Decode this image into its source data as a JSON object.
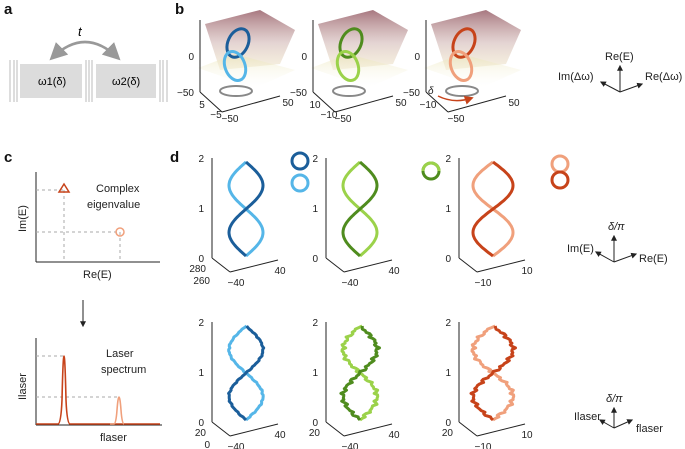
{
  "panels": {
    "a": {
      "label": "a",
      "coupling": "t",
      "resonator_1": "ω1(δ)",
      "resonator_2": "ω2(δ)"
    },
    "b": {
      "label": "b",
      "plots": [
        {
          "z_ticks": [
            "0",
            "−50"
          ],
          "y_ticks": [
            "5",
            "−5"
          ],
          "x_ticks": [
            "−50",
            "50"
          ],
          "color": "#1b5e9a",
          "color2": "#55b6e8"
        },
        {
          "z_ticks": [
            "0",
            "−50"
          ],
          "y_ticks": [
            "10",
            "−10"
          ],
          "x_ticks": [
            "−50",
            "50"
          ],
          "color": "#4f8c1e",
          "color2": "#9bd24a"
        },
        {
          "z_ticks": [
            "0",
            "−50"
          ],
          "y_ticks": [
            "−10"
          ],
          "x_ticks": [
            "−50",
            "50"
          ],
          "annotation": "δ",
          "color": "#c7431a",
          "color2": "#f0a07c"
        }
      ],
      "axes_legend": {
        "up": "Re(E)",
        "left": "Im(Δω)",
        "right": "Re(Δω)"
      }
    },
    "c": {
      "label": "c",
      "top_axes": {
        "ylabel": "Im(E)",
        "xlabel": "Re(E)"
      },
      "top_text_1": "Complex",
      "top_text_2": "eigenvalue",
      "bottom_axes": {
        "ylabel": "Ilaser",
        "xlabel": "flaser"
      },
      "bottom_text_1": "Laser",
      "bottom_text_2": "spectrum",
      "triangle_color": "#c7431a",
      "circle_color": "#f0a07c"
    },
    "d": {
      "label": "d",
      "rows": [
        {
          "plots": [
            {
              "z_ticks": [
                "2",
                "1",
                "0"
              ],
              "y_ticks": [
                "280",
                "260"
              ],
              "x_ticks": [
                "−40",
                "40"
              ]
            },
            {
              "z_ticks": [
                "2",
                "1",
                "0"
              ],
              "y_ticks": [],
              "x_ticks": [
                "−40",
                "40"
              ]
            },
            {
              "z_ticks": [
                "2",
                "1",
                "0"
              ],
              "y_ticks": [],
              "x_ticks": [
                "−10",
                "10"
              ]
            }
          ],
          "axes_legend": {
            "up": "δ/π",
            "left": "Im(E)",
            "right": "Re(E)"
          }
        },
        {
          "plots": [
            {
              "z_ticks": [
                "2",
                "1",
                "0"
              ],
              "y_ticks": [
                "20",
                "0"
              ],
              "x_ticks": [
                "−40",
                "40"
              ]
            },
            {
              "z_ticks": [
                "2",
                "1",
                "0"
              ],
              "y_ticks": [
                "20"
              ],
              "x_ticks": [
                "−40",
                "40"
              ]
            },
            {
              "z_ticks": [
                "2",
                "1",
                "0"
              ],
              "y_ticks": [
                "20"
              ],
              "x_ticks": [
                "−10",
                "10"
              ]
            }
          ],
          "axes_legend": {
            "up": "δ/π",
            "left": "Ilaser",
            "right": "flaser"
          }
        }
      ]
    }
  }
}
